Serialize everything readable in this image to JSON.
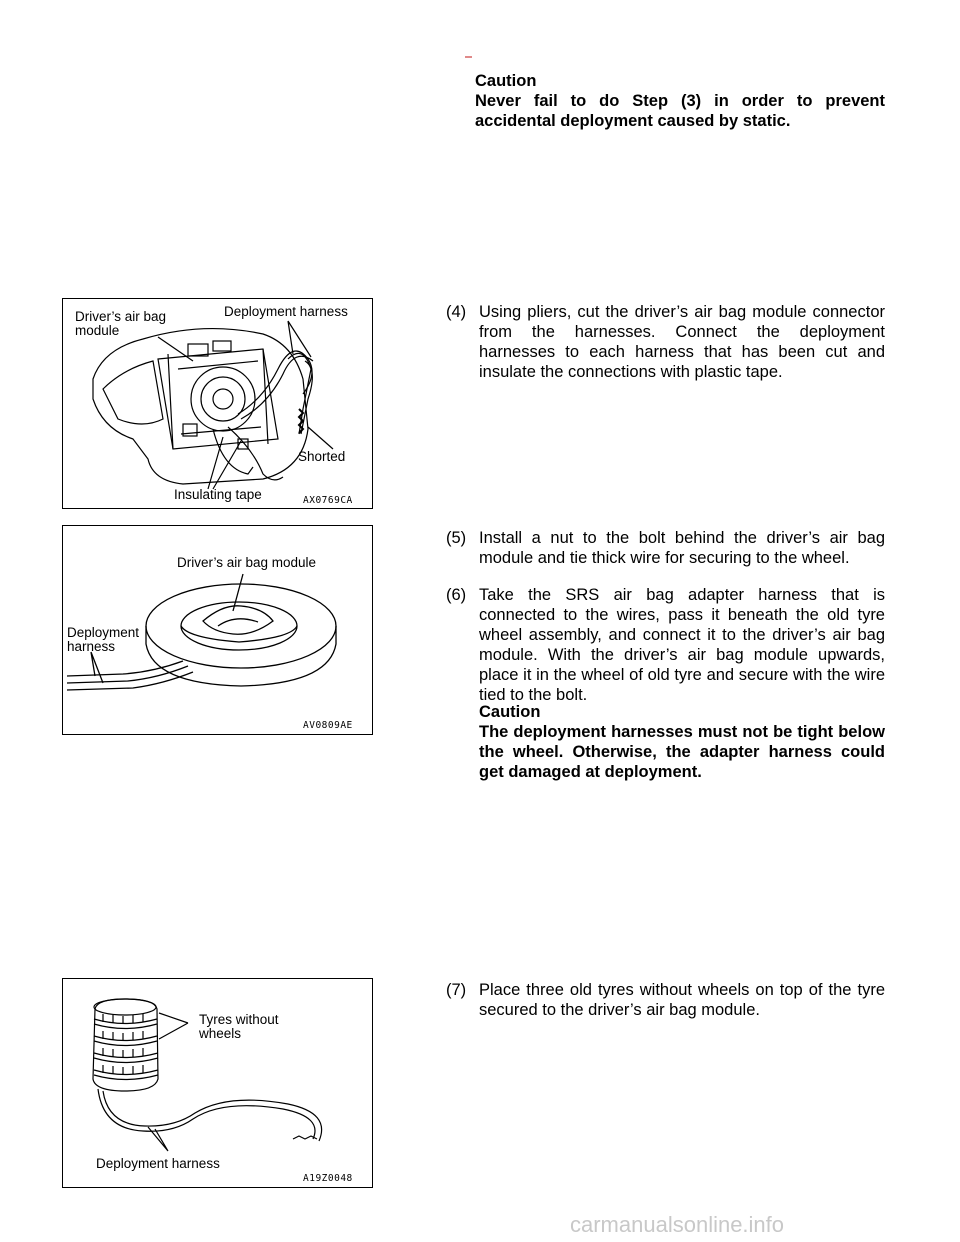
{
  "caution1": {
    "title": "Caution",
    "text": "Never fail to do Step (3) in order to prevent accidental deployment caused by static."
  },
  "steps": [
    {
      "num": "(4)",
      "text": "Using pliers, cut the driver’s air bag module connector from the harnesses. Connect the deployment harnesses to each harness that has been cut and insulate the connections with plastic tape."
    },
    {
      "num": "(5)",
      "text": "Install a nut to the bolt behind the driver’s air bag module and tie thick wire for securing to the wheel."
    },
    {
      "num": "(6)",
      "text": "Take the SRS air bag adapter harness that is connected to the wires, pass it beneath the old tyre wheel assembly, and connect it to the driver’s air bag module. With the driver’s air bag module upwards, place it in the wheel of old tyre and secure with the wire tied to the bolt."
    },
    {
      "num": "(7)",
      "text": "Place three old tyres without wheels on top of the tyre secured to the driver’s air bag module."
    }
  ],
  "caution2": {
    "title": "Caution",
    "text": "The deployment harnesses must not be tight below the wheel. Otherwise, the adapter harness could get damaged at deployment."
  },
  "figures": {
    "fig1": {
      "label_module": "Driver’s air bag\nmodule",
      "label_harness": "Deployment  harness",
      "label_shorted": "Shorted",
      "label_tape": "Insulating tape",
      "code": "AX0769CA"
    },
    "fig2": {
      "label_module": "Driver’s air bag module",
      "label_harness": "Deployment\nharness",
      "code": "AV0809AE"
    },
    "fig3": {
      "label_tyres": "Tyres without\nwheels",
      "label_harness": "Deployment harness",
      "code": "A19Z0048"
    }
  },
  "watermark": "carmanualsonline.info"
}
